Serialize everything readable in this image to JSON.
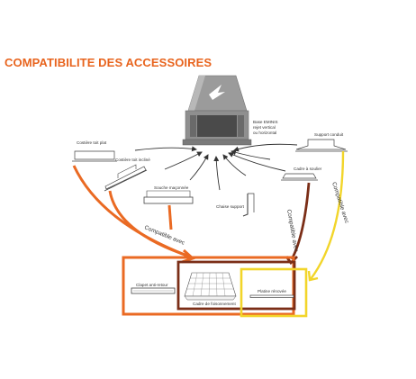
{
  "title": "COMPATIBILITE DES ACCESSOIRES",
  "center_unit": {
    "label_line1": "Base EMINIS",
    "label_line2": "rejet vertical",
    "label_line3": "ou horizontal"
  },
  "accessories": {
    "costiere_plat": "Costière toit plat",
    "costiere_incline": "Costière toit incliné",
    "souche": "Souche maçonnée",
    "chaise": "Chaise support",
    "support_cond": "Support conduit",
    "cadre_soulier": "Cadre à soulier",
    "clapet": "Clapet anti-retour",
    "cadre_foisonnement": "Cadre de foisonnement",
    "platine": "Platine rénovée"
  },
  "compat": {
    "text": "Compatible avec"
  },
  "colors": {
    "title": "#e8641e",
    "orange": "#ea6a23",
    "brown": "#7b2e17",
    "yellow": "#f2d52a",
    "arrow": "#333333"
  }
}
